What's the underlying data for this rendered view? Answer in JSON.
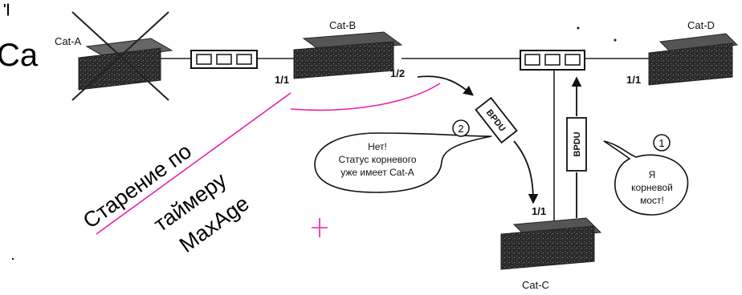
{
  "switches": {
    "cat_a": "Cat-A",
    "cat_b": "Cat-B",
    "cat_c": "Cat-C",
    "cat_d": "Cat-D"
  },
  "ports": {
    "b_left": "1/1",
    "b_right": "1/2",
    "d_left": "1/1",
    "c_top": "1/1"
  },
  "frames": {
    "bpdu_left": "BPDU",
    "bpdu_right": "BPDU"
  },
  "bubbles": {
    "left": {
      "step": "2",
      "lines": [
        "Нет!",
        "Статус корневого",
        "уже имеет Cat-A"
      ]
    },
    "right": {
      "step": "1",
      "lines": [
        "Я",
        "корневой",
        "мост!"
      ]
    }
  },
  "overlay": {
    "lines": [
      "Старение по",
      "таймеру",
      "MaxAge"
    ],
    "partial_text": "Ca",
    "stray_marks": "'| ",
    "color": "#e91eb0"
  }
}
